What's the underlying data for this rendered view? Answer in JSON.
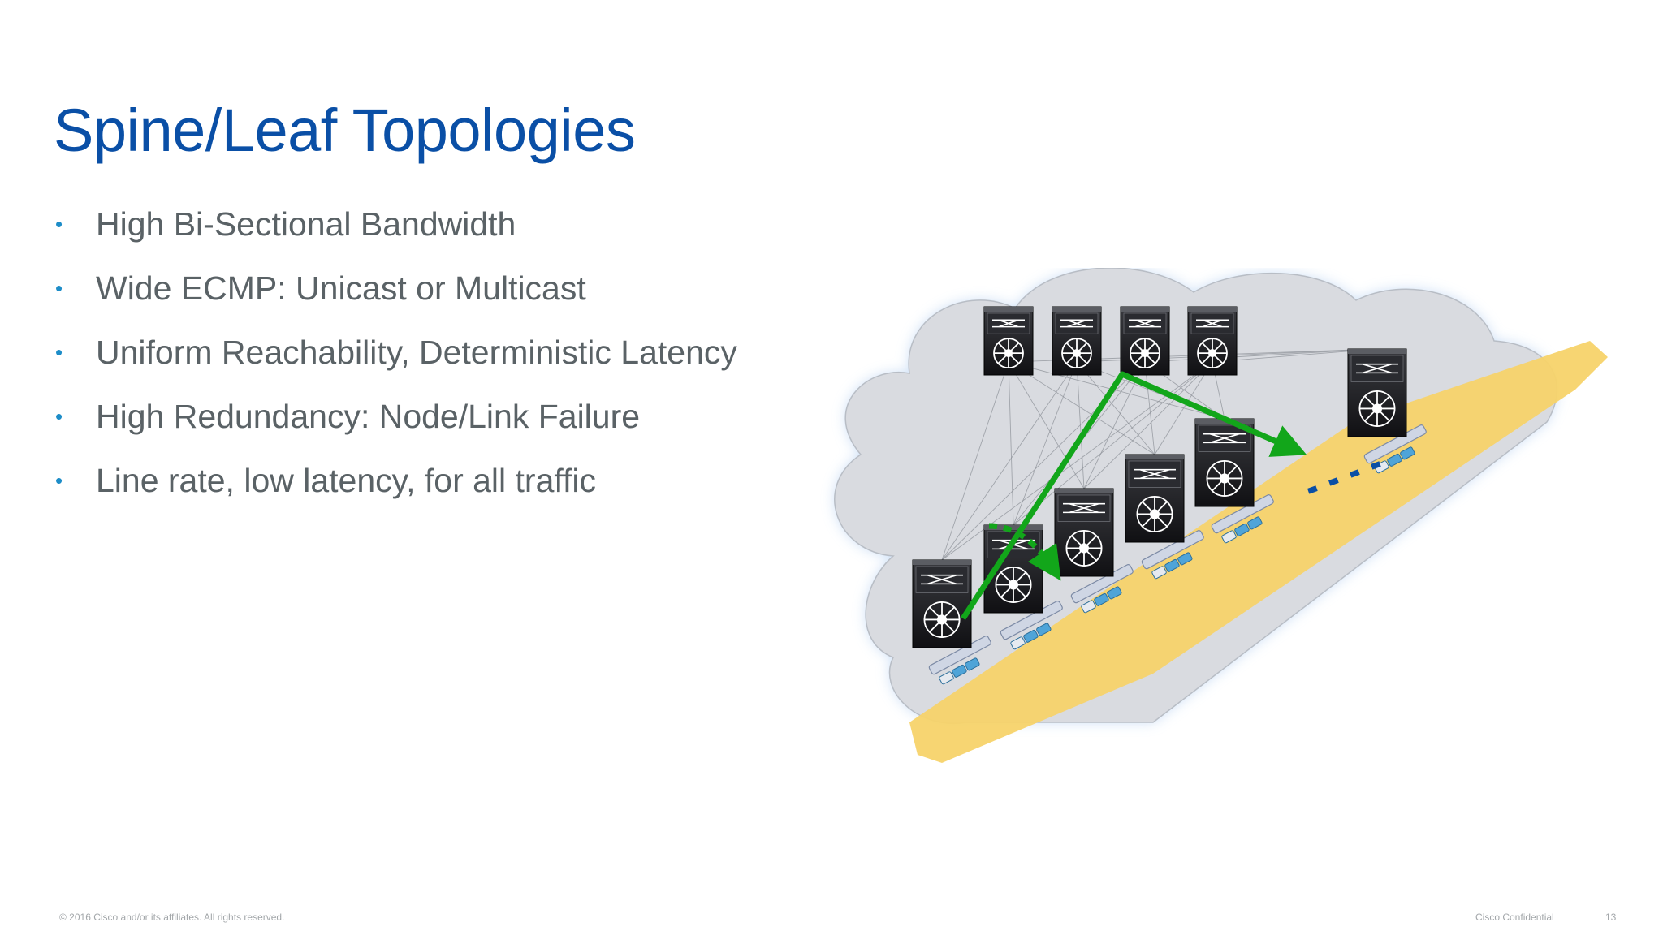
{
  "slide": {
    "title": "Spine/Leaf Topologies",
    "bullets": [
      "High Bi-Sectional Bandwidth",
      "Wide ECMP: Unicast or Multicast",
      "Uniform Reachability, Deterministic Latency",
      "High Redundancy: Node/Link Failure",
      "Line rate, low latency, for all traffic"
    ],
    "bullet_glyph": "•"
  },
  "diagram": {
    "spine_count": 4,
    "leaf_count": 6,
    "icon": "nexus-switch-icon",
    "colors": {
      "cloud": "#d9dbe0",
      "cloud_glow": "#c7dcf5",
      "fabric_band": "#f7d36a",
      "switch_body": "#1b1b1f",
      "path_arrow": "#12a61a",
      "ellipsis": "#0a4fa6"
    }
  },
  "footer": {
    "copyright": "© 2016 Cisco and/or its affiliates. All rights reserved.",
    "confidential": "Cisco Confidential",
    "page": "13"
  },
  "colors": {
    "title": "#0a4fa6",
    "bullet_dot": "#1d8dc8",
    "body_text": "#5a6266"
  }
}
